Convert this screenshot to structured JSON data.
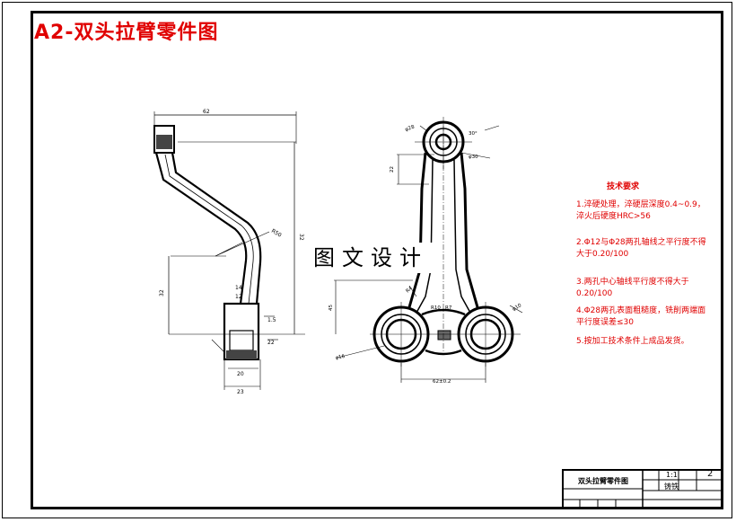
{
  "title": "A2-双头拉臂零件图",
  "watermark": "图文设计",
  "dimensions": {
    "top_width": "62",
    "height_main": "32",
    "mid_height": "22",
    "left_lower": "32",
    "left_small_a": "14",
    "left_small_b": "12",
    "left_tiny": "1.5",
    "left_width": "20",
    "left_base": "23",
    "right_r": "R50",
    "right_offset": "22",
    "right_lower": "45",
    "right_r10": "R10",
    "right_d": "φ10",
    "right_span": "62±0.2",
    "diam_top": "φ28",
    "diam_top2": "φ30",
    "chamfer": "30°",
    "radius_r7": "R7",
    "radius_r4": "R4",
    "diam_bottom": "φ16"
  },
  "tech_requirements": {
    "heading": "技术要求",
    "items": [
      "1.淬硬处理，淬硬层深度0.4~0.9，淬火后硬度HRC>56",
      "2.Φ12与Φ28两孔轴线之平行度不得大于0.20/100",
      "3.两孔中心轴线平行度不得大于0.20/100",
      "4.Φ28两孔表面粗糙度，铣削两端面平行度误差≤30",
      "5.按加工技术条件上成品发货。"
    ]
  },
  "title_block": {
    "part_name": "双头拉臂零件图",
    "scale": "1:1",
    "material": "铸铁",
    "sheet": "2"
  }
}
